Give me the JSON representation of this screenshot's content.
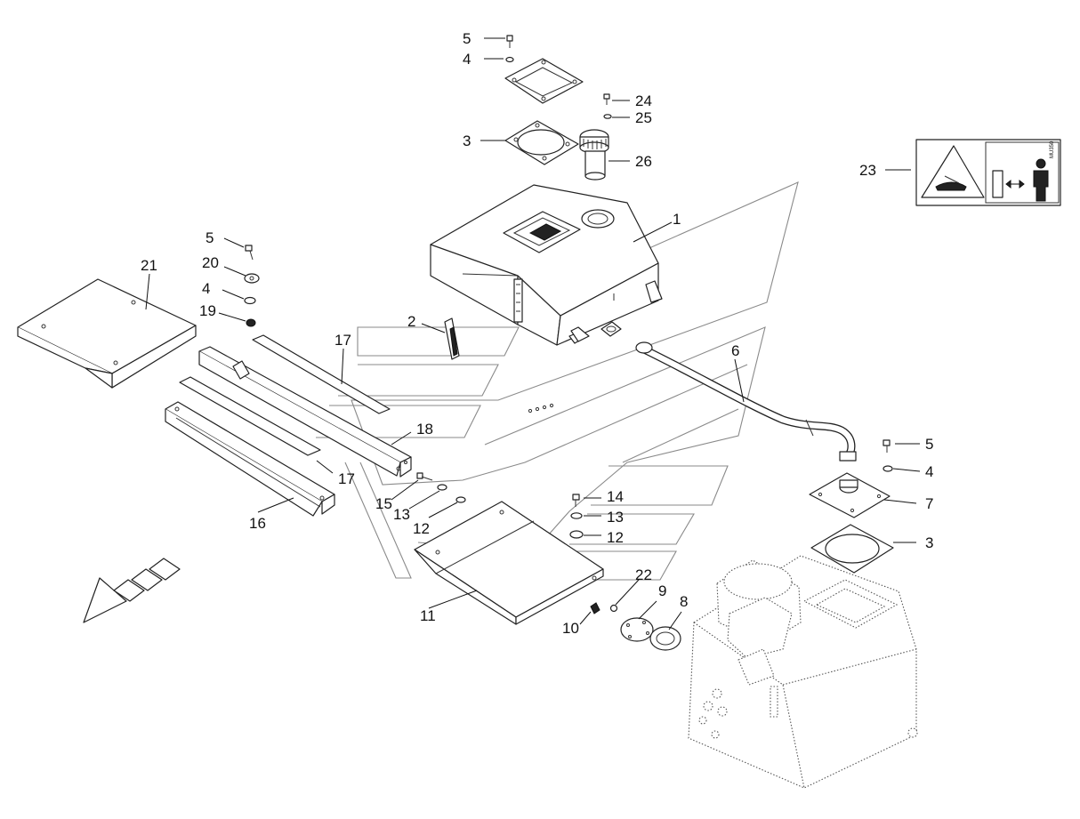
{
  "labels": {
    "l5a": "5",
    "l4a": "4",
    "l3a": "3",
    "l24": "24",
    "l25": "25",
    "l26": "26",
    "l1": "1",
    "l23": "23",
    "l5b": "5",
    "l20": "20",
    "l4b": "4",
    "l19": "19",
    "l21": "21",
    "l2": "2",
    "l17a": "17",
    "l18": "18",
    "l17b": "17",
    "l16": "16",
    "l15": "15",
    "l13a": "13",
    "l12a": "12",
    "l14": "14",
    "l13b": "13",
    "l12b": "12",
    "l6": "6",
    "l5c": "5",
    "l4c": "4",
    "l7": "7",
    "l3b": "3",
    "l22": "22",
    "l9": "9",
    "l8": "8",
    "l10": "10",
    "l11": "11"
  },
  "sticker_code": "MU350"
}
